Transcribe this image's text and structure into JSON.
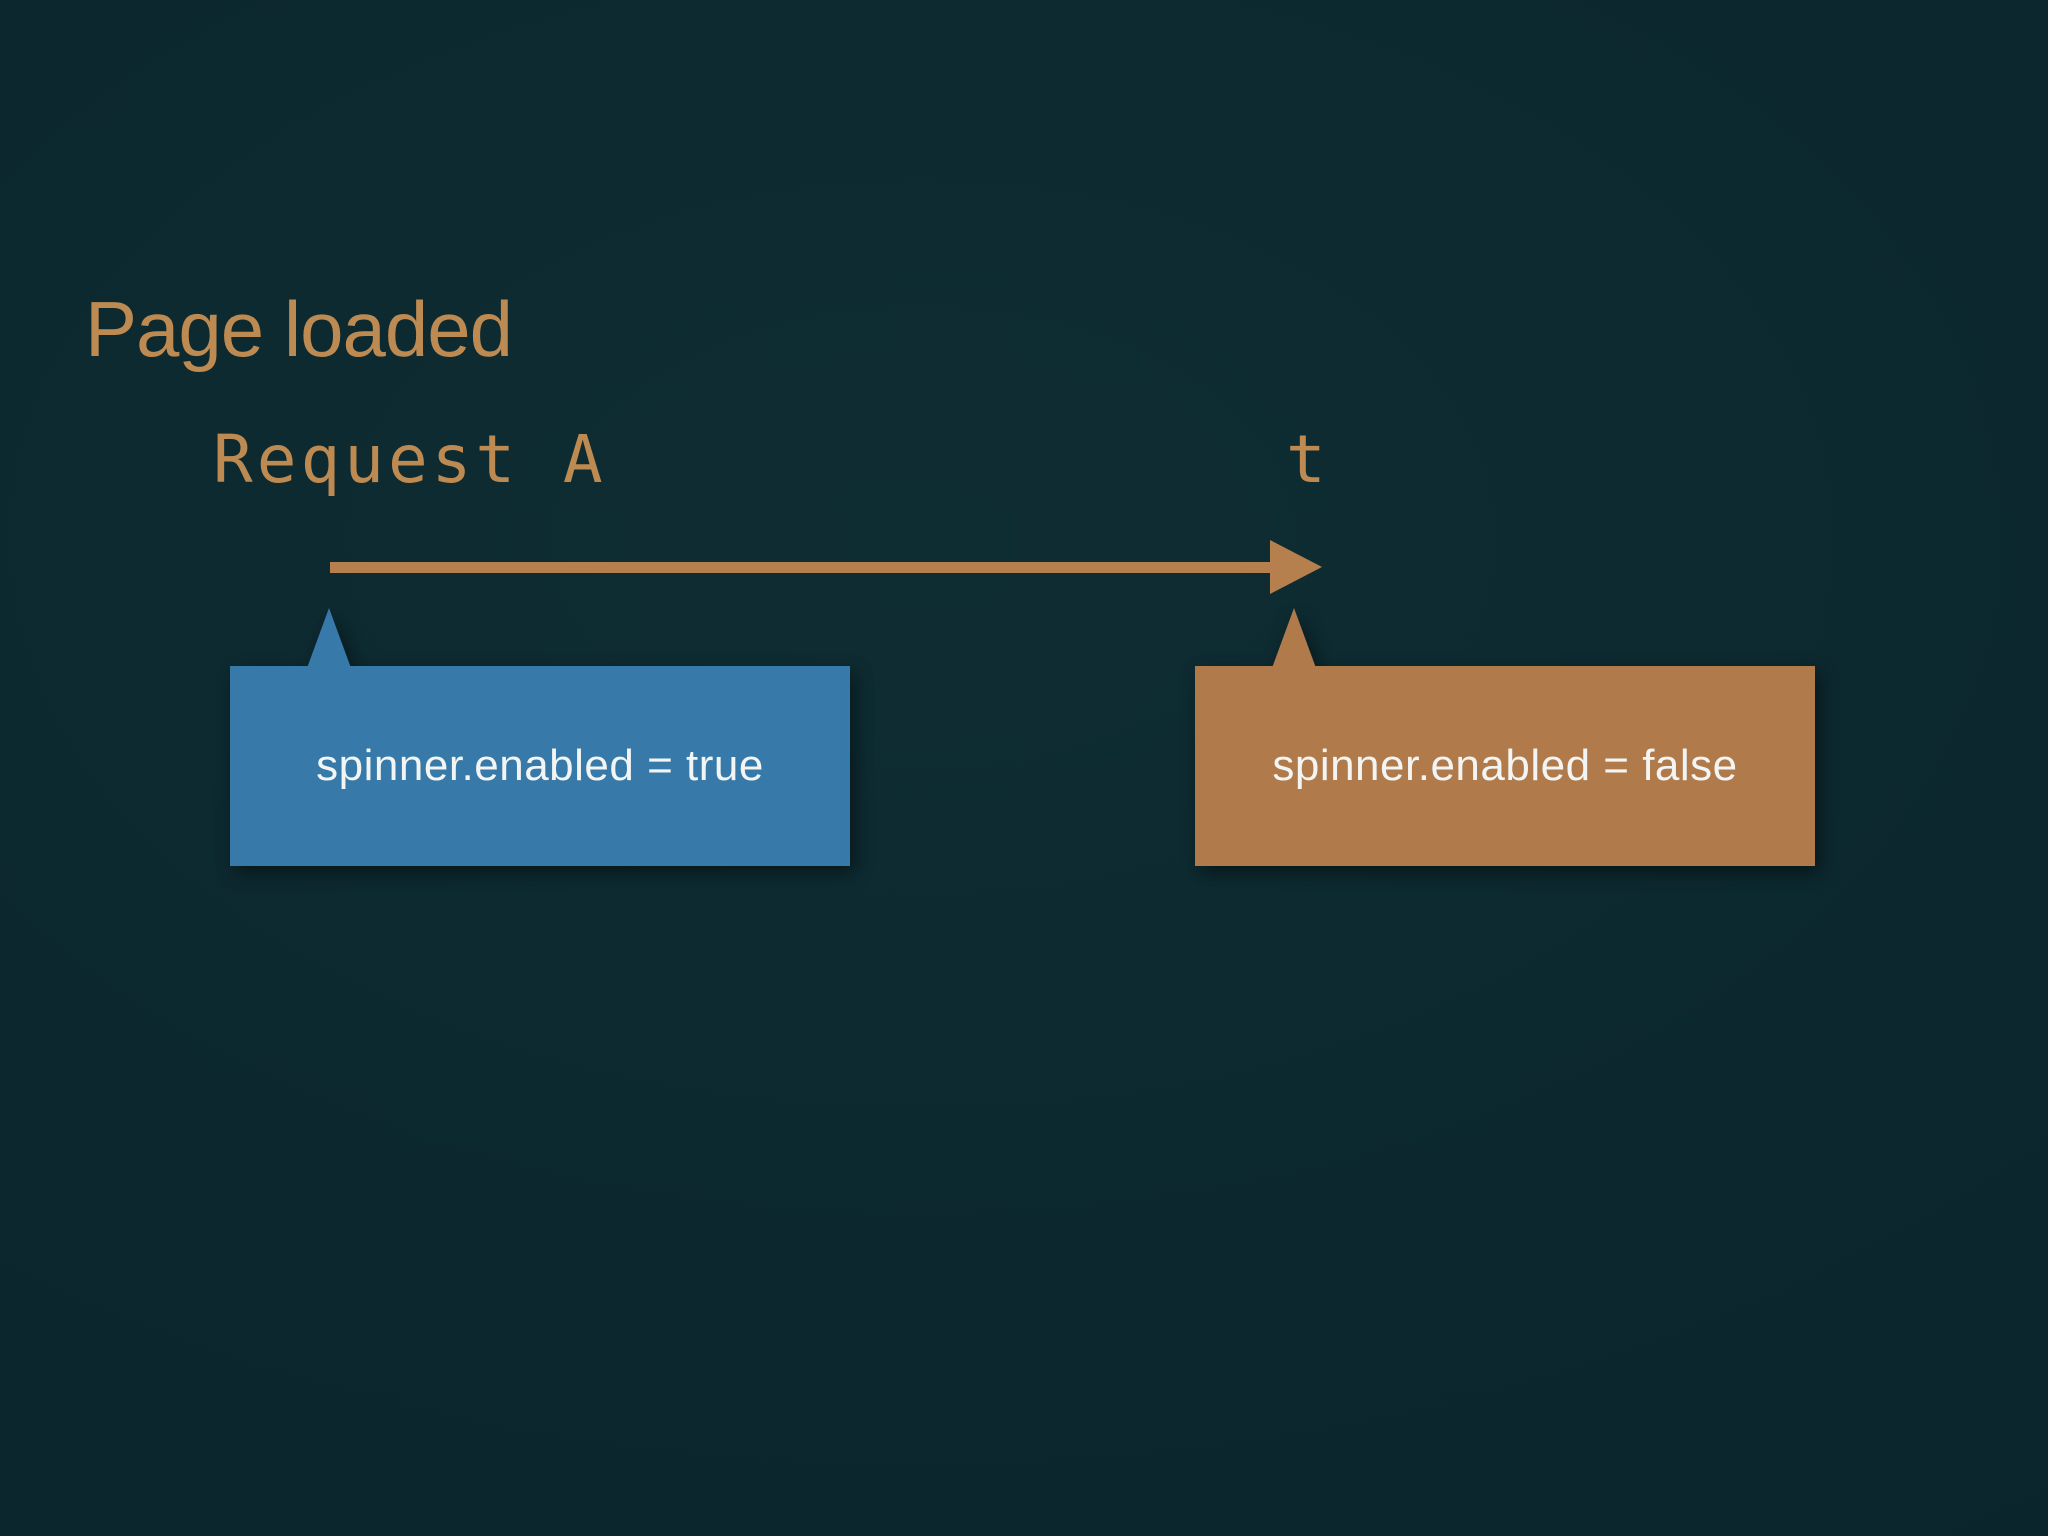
{
  "slide": {
    "title": "Page loaded",
    "colors": {
      "background": "#0c2930",
      "title_text": "#bd8a52",
      "timeline_tan": "#b5804e",
      "mono_text": "#bd8a52",
      "callout_blue": "#3779a8",
      "callout_orange": "#b07a4a",
      "callout_text": "#f2f5f3"
    }
  },
  "timeline": {
    "request_label": "Request A",
    "time_axis_label": "t"
  },
  "callouts": [
    {
      "text": "spinner.enabled = true"
    },
    {
      "text": "spinner.enabled = false"
    }
  ]
}
